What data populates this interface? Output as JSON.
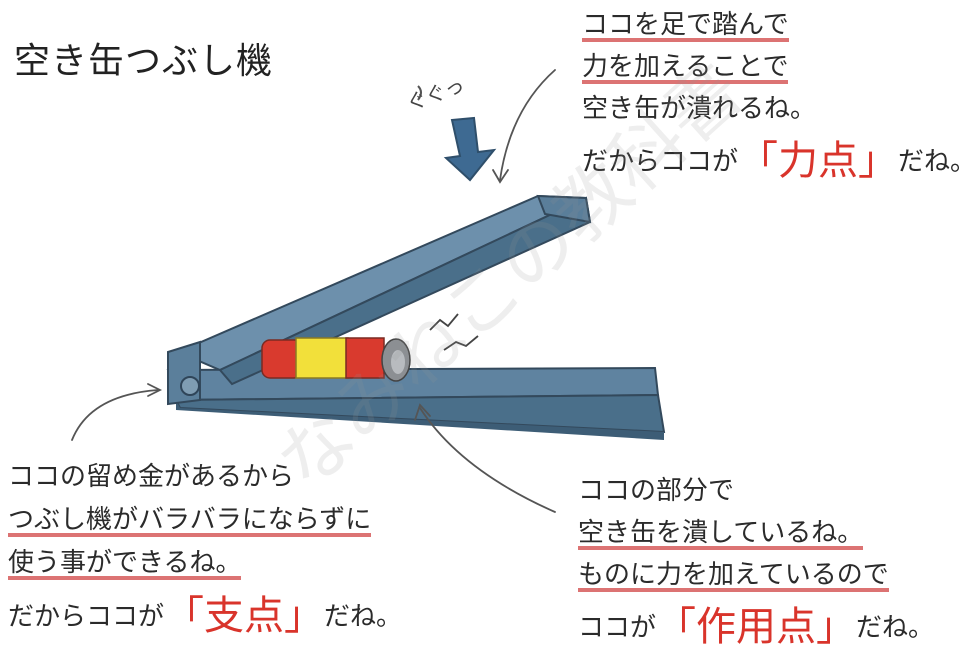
{
  "title": "空き缶つぶし機",
  "sound_effect": "ぐぐっ",
  "colors": {
    "accent_red": "#d9342b",
    "underline_red": "#d65a5a",
    "body_blue": "#4a6f8a",
    "can_red": "#d93a2e",
    "can_yellow": "#f2e03a"
  },
  "notes": {
    "force": {
      "lines": [
        "ココを足で踏んで",
        "力を加えることで",
        "空き缶が潰れるね。"
      ],
      "ending_prefix": "だからココが",
      "highlight": "「力点」",
      "ending_suffix": "だね。"
    },
    "fulcrum": {
      "lines": [
        "ココの留め金があるから",
        "つぶし機がバラバラにならずに",
        "使う事ができるね。"
      ],
      "ending_prefix": "だからココが",
      "highlight": "「支点」",
      "ending_suffix": "だね。"
    },
    "load": {
      "lines": [
        "ココの部分で",
        "空き缶を潰しているね。",
        "ものに力を加えているので"
      ],
      "ending_prefix": "ココが",
      "highlight": "「作用点」",
      "ending_suffix": "だね。"
    }
  },
  "watermark": "なみねこの教科書"
}
